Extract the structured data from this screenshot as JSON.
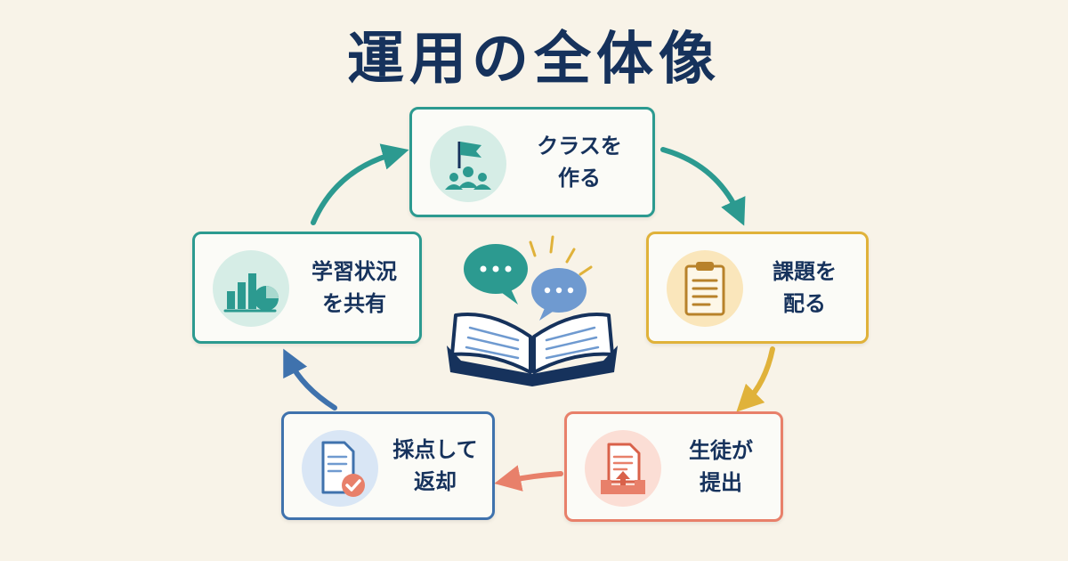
{
  "title": "運用の全体像",
  "steps": [
    {
      "line1": "クラスを",
      "line2": "作る",
      "color": "#2c9a90",
      "icon": "flag-team-icon"
    },
    {
      "line1": "課題を",
      "line2": "配る",
      "color": "#e0b23a",
      "icon": "clipboard-icon"
    },
    {
      "line1": "生徒が",
      "line2": "提出",
      "color": "#e8806a",
      "icon": "upload-document-icon"
    },
    {
      "line1": "採点して",
      "line2": "返却",
      "color": "#3f72ad",
      "icon": "checked-document-icon"
    },
    {
      "line1": "学習状況",
      "line2": "を共有",
      "color": "#2c9a90",
      "icon": "bar-pie-chart-icon"
    }
  ],
  "center_icon": "open-book-with-speech-bubbles-icon"
}
